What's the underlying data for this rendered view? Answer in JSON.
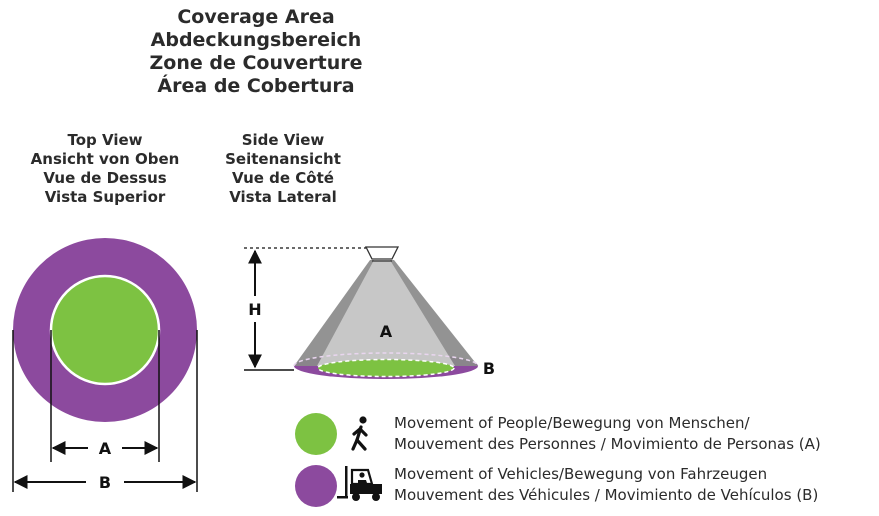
{
  "title": {
    "en": "Coverage Area",
    "de": "Abdeckungsbereich",
    "fr": "Zone de Couverture",
    "es": "Área de Cobertura"
  },
  "top_view": {
    "en": "Top View",
    "de": "Ansicht von Oben",
    "fr": "Vue de Dessus",
    "es": "Vista Superior"
  },
  "side_view": {
    "en": "Side View",
    "de": "Seitenansicht",
    "fr": "Vue de Côté",
    "es": "Vista Lateral"
  },
  "labels": {
    "a": "A",
    "b": "B",
    "h": "H"
  },
  "legend": {
    "people": {
      "line1": "Movement of People/Bewegung von Menschen/",
      "line2": "Mouvement des Personnes / Movimiento de Personas (A)",
      "color": "#7dc242",
      "icon": "walking-person-icon"
    },
    "vehicles": {
      "line1": "Movement of Vehicles/Bewegung von Fahrzeugen",
      "line2": "Mouvement des Véhicules / Movimiento de Vehículos (B)",
      "color": "#8c4a9e",
      "icon": "forklift-icon"
    }
  },
  "colors": {
    "green": "#7dc242",
    "purple": "#8c4a9e",
    "cone_dark": "#8a8a8a",
    "cone_light": "#c9c9c9"
  }
}
